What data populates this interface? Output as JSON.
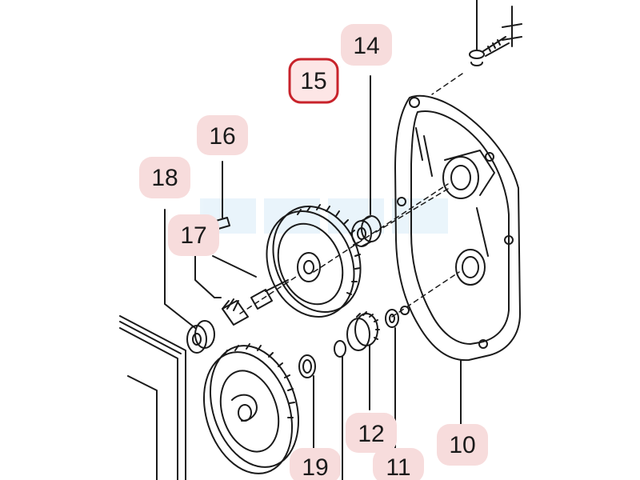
{
  "diagram": {
    "highlighted_part": "15",
    "colors": {
      "line": "#1a1a1a",
      "label_bubble": "#f7dcdc",
      "highlight_ring": "#c8232b",
      "watermark": "#d8ecf8"
    },
    "parts": [
      {
        "id": "p10",
        "label": "10"
      },
      {
        "id": "p11",
        "label": "11"
      },
      {
        "id": "p12",
        "label": "12"
      },
      {
        "id": "p14",
        "label": "14"
      },
      {
        "id": "p15",
        "label": "15"
      },
      {
        "id": "p16",
        "label": "16"
      },
      {
        "id": "p17",
        "label": "17"
      },
      {
        "id": "p18",
        "label": "18"
      },
      {
        "id": "p19",
        "label": "19"
      }
    ]
  }
}
